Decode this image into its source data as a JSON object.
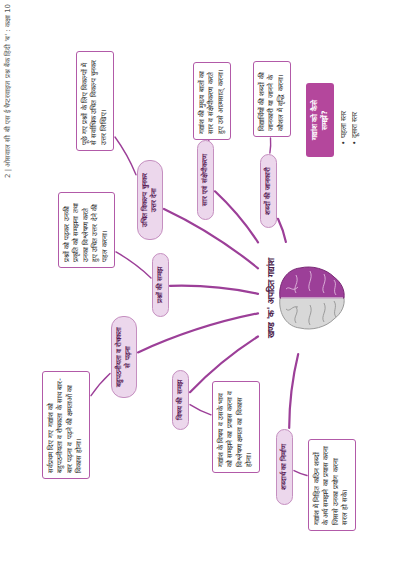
{
  "diagram": {
    "nodes": [
      {
        "text": [
          "खण्ड 'क' अपठित गद्यांश"
        ]
      },
      {
        "text": [
          "उचित विकल्प चुनकर उत्तर देना"
        ]
      },
      {
        "text": [
          "पूछे गए प्रश्नों के लिए विकल्पों में से सर्वाधिक उचित विकल्प चुनकर उत्तर लिखिए।"
        ]
      },
      {
        "text": [
          "सार एवं संक्षेपीकरण"
        ]
      },
      {
        "text": [
          "गद्यांश की मुख्य बातों का सार व संक्षेपीकरण करते हुए उसे आत्मसात् करना।"
        ]
      },
      {
        "text": [
          "शब्दों की जानकारी"
        ]
      },
      {
        "text": [
          "विद्यार्थियों की शब्दों की जानकारी या जानने के कौशल में वृद्धि करना।"
        ]
      },
      {
        "text": [
          "गद्यांश को कैसे समझें?"
        ]
      },
      {
        "text": [
          "प्रश्नों की समझ"
        ]
      },
      {
        "text": [
          "प्रश्नों को पढ़कर उनकी प्रकृति को समझना तथा उनका विश्लेषण करते हुए उचित उत्तर देने की पहल करना।"
        ]
      },
      {
        "text": [
          "बहुपठनीयता व रोचकता से पढ़ना"
        ]
      },
      {
        "text": [
          "सर्वप्रथम दिए गए गद्यांश को बहुपठनीयता व रोचकता के साथ बार-बार पढ़ना व पढ़ने की क्षमताओं का विकास होना।"
        ]
      },
      {
        "text": [
          "विषय की समझ"
        ]
      },
      {
        "text": [
          "गद्यांश के विषय व उसके भाव को समझने का प्रयास करना व विश्लेषण क्षमता का विकास होना।"
        ]
      },
      {
        "text": [
          "शब्दार्थ का निर्माण"
        ]
      },
      {
        "text": [
          "गद्यांश में निहित कठिन शब्दों के अर्थ समझने का प्रयास करना जिससे उनका प्रयोग करना सरल हो सके।"
        ]
      }
    ],
    "edges": [
      {
        "from": 0,
        "to": 1,
        "arrow": "none"
      },
      {
        "from": 1,
        "to": 2,
        "arrow": "none"
      },
      {
        "from": 0,
        "to": 3,
        "arrow": "none"
      },
      {
        "from": 3,
        "to": 4,
        "arrow": "none"
      },
      {
        "from": 0,
        "to": 5,
        "arrow": "none"
      },
      {
        "from": 5,
        "to": 6,
        "arrow": "none"
      },
      {
        "from": 0,
        "to": 8,
        "arrow": "none"
      },
      {
        "from": 8,
        "to": 9,
        "arrow": "none"
      },
      {
        "from": 0,
        "to": 10,
        "arrow": "none"
      },
      {
        "from": 10,
        "to": 11,
        "arrow": "none"
      },
      {
        "from": 0,
        "to": 12,
        "arrow": "none"
      },
      {
        "from": 12,
        "to": 13,
        "arrow": "none"
      },
      {
        "from": 0,
        "to": 14,
        "arrow": "none"
      },
      {
        "from": 14,
        "to": 15,
        "arrow": "none"
      }
    ],
    "labels": [
      "2 | ओसवाल सी बी एस ई चैप्टरवाइज प्रश्न बैंक हिंदी 'ब' : कक्षा 10",
      "• पहला स्तर",
      "• दूसरा स्तर"
    ]
  }
}
